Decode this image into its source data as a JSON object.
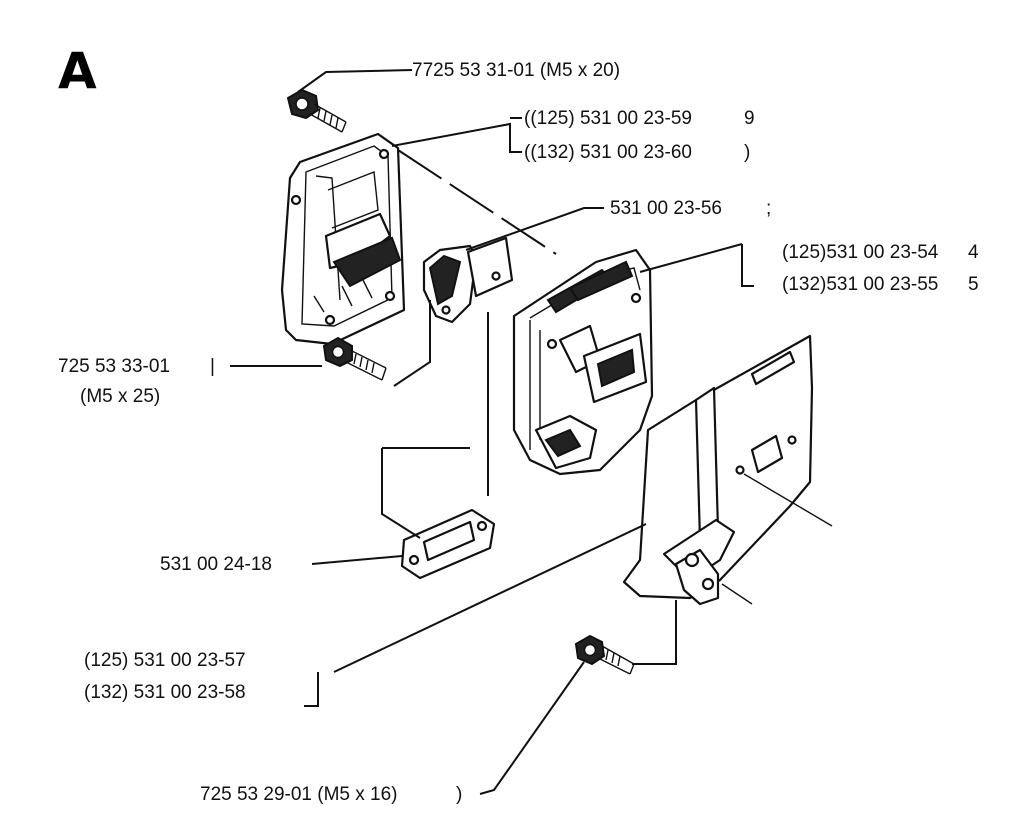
{
  "section_letter": "A",
  "labels": {
    "screw_top": "7725 53 31-01 (M5 x 20)",
    "cover_125": "((125) 531 00 23-59",
    "cover_125_mark": "9",
    "cover_132": "((132) 531 00 23-60",
    "cover_132_mark": ")",
    "bracket": "531 00 23-56",
    "bracket_mark": ";",
    "muffler_125": "(125)531 00 23-54",
    "muffler_125_mark": "4",
    "muffler_132": "(132)531 00 23-55",
    "muffler_132_mark": "5",
    "screw_mid_line1": "725 53 33-01",
    "screw_mid_mark": "|",
    "screw_mid_line2": "(M5 x 25)",
    "gasket": "531 00 24-18",
    "plate_125": "(125) 531 00 23-57",
    "plate_132": "(132) 531 00 23-58",
    "screw_bottom": "725 53 29-01 (M5 x 16)",
    "screw_bottom_mark": ")"
  }
}
